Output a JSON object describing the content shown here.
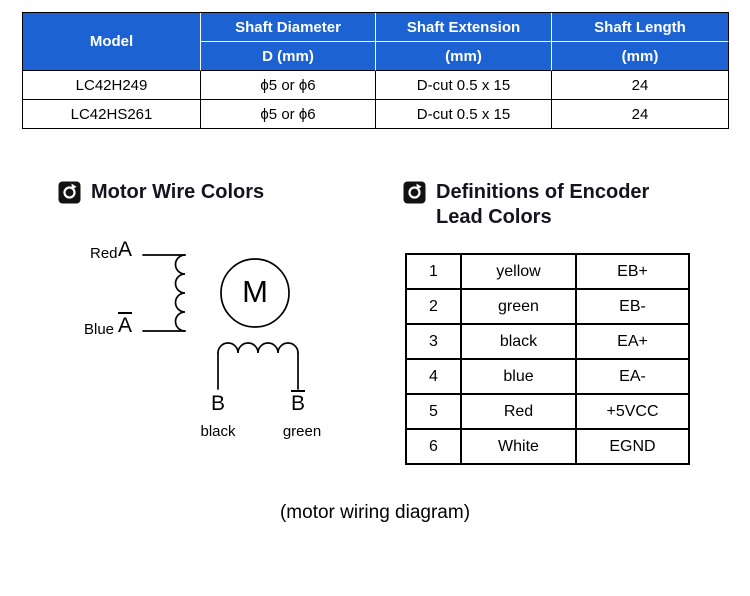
{
  "colors": {
    "header_blue": "#1d62d2"
  },
  "spec_table": {
    "header": {
      "model": "Model",
      "shaft_diameter": "Shaft Diameter",
      "shaft_diameter_unit": "D (mm)",
      "shaft_extension": "Shaft Extension",
      "shaft_extension_unit": "(mm)",
      "shaft_length": "Shaft Length",
      "shaft_length_unit": "(mm)"
    },
    "rows": [
      {
        "model": "LC42H249",
        "diameter": "ϕ5 or ϕ6",
        "extension": "D-cut 0.5 x 15",
        "length": "24"
      },
      {
        "model": "LC42HS261",
        "diameter": "ϕ5 or ϕ6",
        "extension": "D-cut 0.5 x 15",
        "length": "24"
      }
    ]
  },
  "wire_section": {
    "title": "Motor Wire Colors",
    "red_label": "Red",
    "a_label": "A",
    "blue_label": "Blue",
    "a_bar_label": "A",
    "motor_label": "M",
    "b_label": "B",
    "b_bar_label": "B",
    "black_label": "black",
    "green_label": "green"
  },
  "encoder_section": {
    "title_line1": "Definitions of Encoder",
    "title_line2": "Lead Colors",
    "rows": [
      {
        "num": "1",
        "color": "yellow",
        "signal": "EB+"
      },
      {
        "num": "2",
        "color": "green",
        "signal": "EB-"
      },
      {
        "num": "3",
        "color": "black",
        "signal": "EA+"
      },
      {
        "num": "4",
        "color": "blue",
        "signal": "EA-"
      },
      {
        "num": "5",
        "color": "Red",
        "signal": "+5VCC"
      },
      {
        "num": "6",
        "color": "White",
        "signal": "EGND"
      }
    ]
  },
  "caption": "(motor wiring diagram)"
}
